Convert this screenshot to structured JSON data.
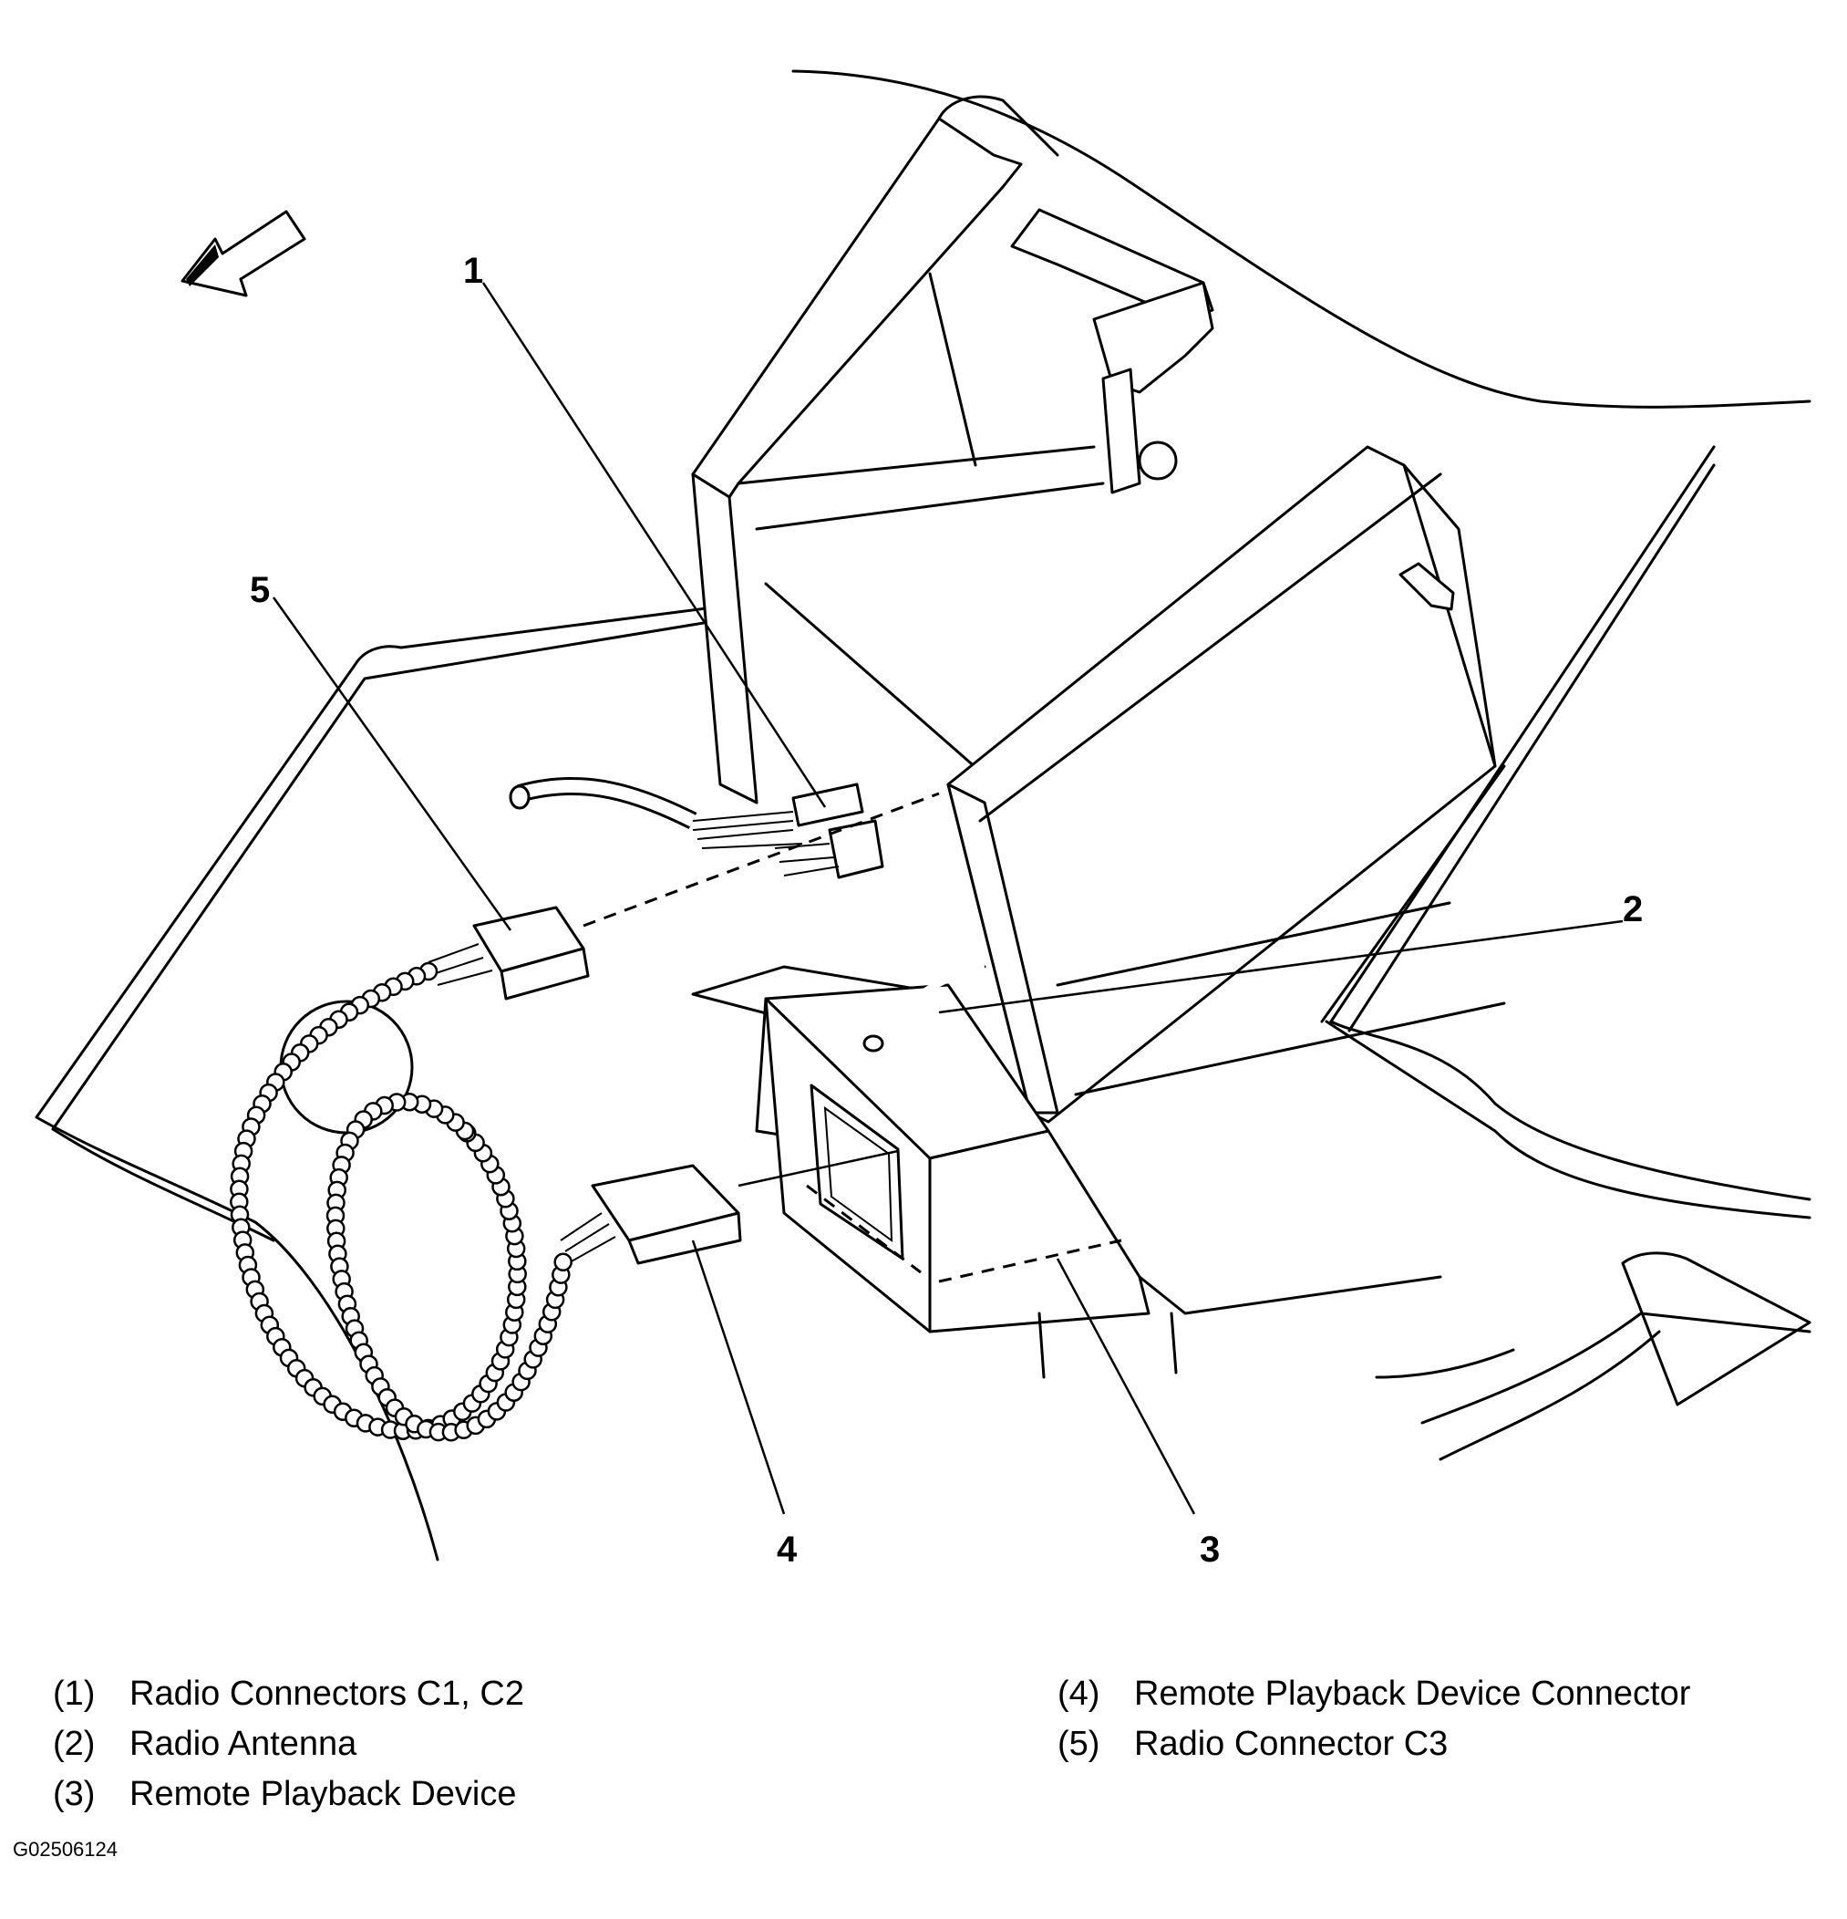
{
  "callouts": [
    "1",
    "2",
    "3",
    "4",
    "5"
  ],
  "legend": [
    {
      "num": "(1)",
      "text": "Radio Connectors C1, C2"
    },
    {
      "num": "(2)",
      "text": "Radio Antenna"
    },
    {
      "num": "(3)",
      "text": "Remote Playback Device"
    },
    {
      "num": "(4)",
      "text": "Remote Playback Device Connector"
    },
    {
      "num": "(5)",
      "text": "Radio Connector C3"
    }
  ],
  "figure_id": "G02506124"
}
